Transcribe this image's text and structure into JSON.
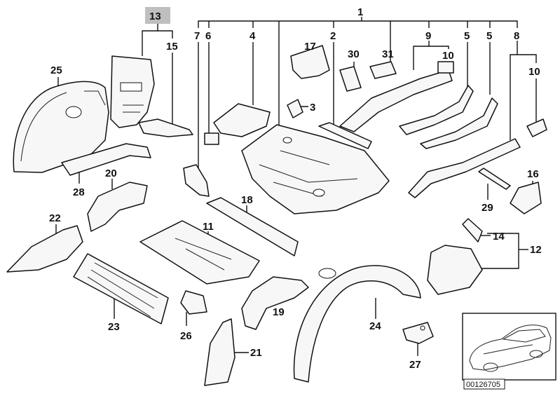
{
  "callouts": {
    "c1": "1",
    "c2": "2",
    "c3": "3",
    "c4": "4",
    "c5a": "5",
    "c5b": "5",
    "c6": "6",
    "c7": "7",
    "c8": "8",
    "c9": "9",
    "c10a": "10",
    "c10b": "10",
    "c11": "11",
    "c12": "12",
    "c13": "13",
    "c14": "14",
    "c15": "15",
    "c16": "16",
    "c17": "17",
    "c18": "18",
    "c19": "19",
    "c20": "20",
    "c21": "21",
    "c22": "22",
    "c23": "23",
    "c24": "24",
    "c25": "25",
    "c26": "26",
    "c27": "27",
    "c28": "28",
    "c29": "29",
    "c30": "30",
    "c31": "31"
  },
  "inset": {
    "reference_code": "00126705"
  },
  "colors": {
    "line": "#111111",
    "part_fill": "#f7f7f7",
    "highlight_box": "#bfbfbf"
  }
}
